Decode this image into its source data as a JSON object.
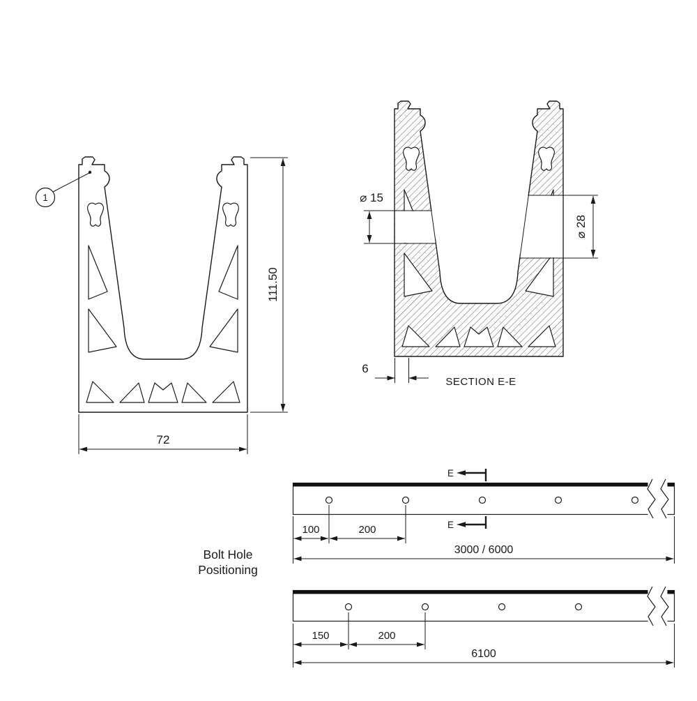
{
  "colors": {
    "ink": "#1a1a1a",
    "background": "#ffffff"
  },
  "balloon": {
    "label": "1"
  },
  "profile_view": {
    "width": "72",
    "height": "111.50"
  },
  "section_view": {
    "title": "SECTION E-E",
    "small_hole_dia": "⌀ 15",
    "large_hole_dia": "⌀ 28",
    "base_thickness": "6"
  },
  "plan_views": {
    "heading": {
      "line1": "Bolt Hole",
      "line2": "Positioning"
    },
    "cut_label": "E",
    "bar_3000": {
      "end_offset": "100",
      "pitch": "200",
      "overall": "3000 / 6000"
    },
    "bar_6100": {
      "end_offset": "150",
      "pitch": "200",
      "overall": "6100"
    }
  }
}
